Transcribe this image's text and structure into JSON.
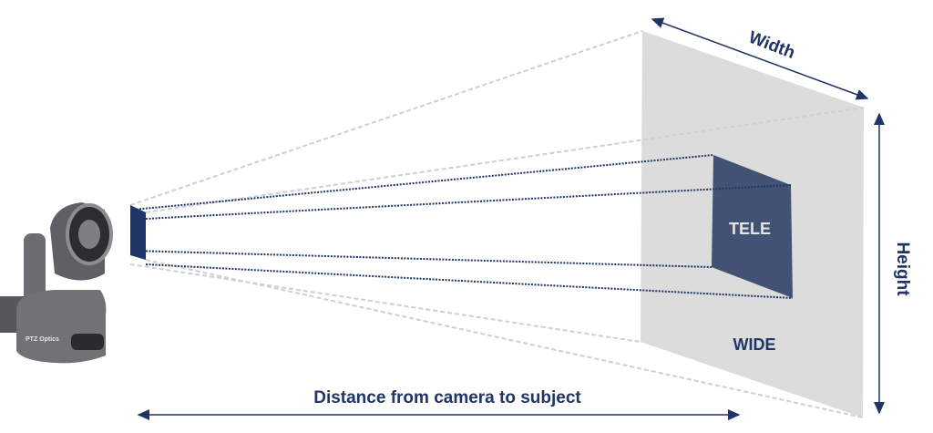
{
  "labels": {
    "width": "Width",
    "height": "Height",
    "tele": "TELE",
    "wide": "WIDE",
    "distance": "Distance from camera to subject",
    "camera_brand": "PTZ Optics"
  },
  "colors": {
    "navy": "#1f3566",
    "tele_fill": "#415275",
    "wide_plane": "#dcdcdc",
    "camera_body": "#6b6d70"
  }
}
